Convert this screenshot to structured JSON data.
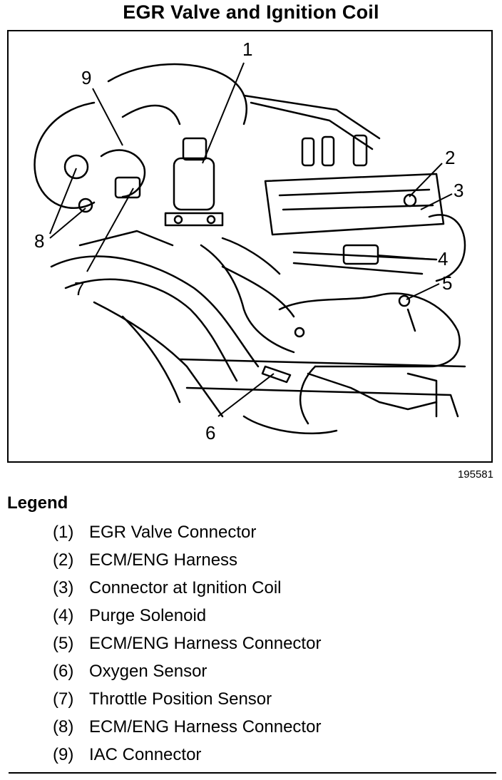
{
  "title": "EGR Valve and Ignition Coil",
  "figure_id": "195581",
  "callouts": [
    "1",
    "2",
    "3",
    "4",
    "5",
    "6",
    "7",
    "8",
    "9"
  ],
  "legend": {
    "heading": "Legend",
    "items": [
      {
        "num": "(1)",
        "label": "EGR Valve Connector"
      },
      {
        "num": "(2)",
        "label": "ECM/ENG Harness"
      },
      {
        "num": "(3)",
        "label": "Connector at Ignition Coil"
      },
      {
        "num": "(4)",
        "label": "Purge Solenoid"
      },
      {
        "num": "(5)",
        "label": "ECM/ENG Harness Connector"
      },
      {
        "num": "(6)",
        "label": "Oxygen Sensor"
      },
      {
        "num": "(7)",
        "label": "Throttle Position Sensor"
      },
      {
        "num": "(8)",
        "label": "ECM/ENG Harness Connector"
      },
      {
        "num": "(9)",
        "label": "IAC Connector"
      }
    ]
  }
}
